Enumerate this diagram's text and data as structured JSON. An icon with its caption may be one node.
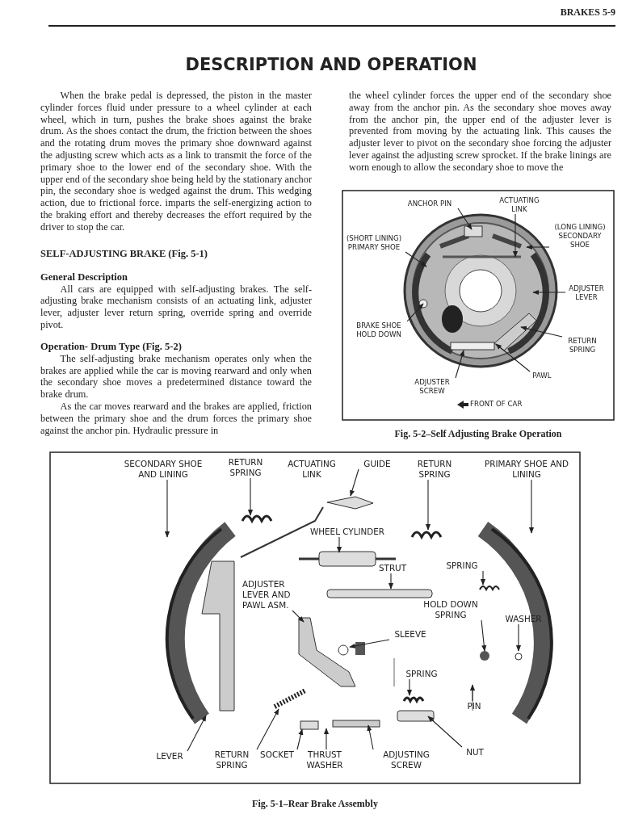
{
  "diagram": {
    "title": "DESCRIPTION AND OPERATION",
    "caption": "Fig. 5-1–Rear Brake Assembly",
    "nodes": [
      {
        "text": [
          "ANCHOR PIN"
        ]
      },
      {
        "text": [
          "ACTUATING LINK"
        ]
      },
      {
        "text": [
          "(SHORT LINING) PRIMARY SHOE"
        ]
      },
      {
        "text": [
          "(LONG LINING) SECONDARY SHOE"
        ]
      },
      {
        "text": [
          "ADJUSTER LEVER"
        ]
      },
      {
        "text": [
          "BRAKE SHOE HOLD DOWN"
        ]
      },
      {
        "text": [
          "RETURN SPRING"
        ]
      },
      {
        "text": [
          "PAWL"
        ]
      },
      {
        "text": [
          "ADJUSTER SCREW"
        ]
      },
      {
        "text": [
          "SECONDARY SHOE AND LINING"
        ]
      },
      {
        "text": [
          "RETURN SPRING"
        ]
      },
      {
        "text": [
          "GUIDE"
        ]
      },
      {
        "text": [
          "RETURN SPRING"
        ]
      },
      {
        "text": [
          "PRIMARY SHOE AND LINING"
        ]
      },
      {
        "text": [
          "WHEEL CYLINDER"
        ]
      },
      {
        "text": [
          "ADJUSTER LEVER AND PAWL ASM."
        ]
      },
      {
        "text": [
          "STRUT"
        ]
      },
      {
        "text": [
          "SPRING"
        ]
      },
      {
        "text": [
          "HOLD DOWN SPRING"
        ]
      },
      {
        "text": [
          "WASHER"
        ]
      },
      {
        "text": [
          "SLEEVE"
        ]
      },
      {
        "text": [
          "SPRING"
        ]
      },
      {
        "text": [
          "PIN"
        ]
      },
      {
        "text": [
          "LEVER"
        ]
      },
      {
        "text": [
          "RETURN SPRING"
        ]
      },
      {
        "text": [
          "SOCKET"
        ]
      },
      {
        "text": [
          "THRUST WASHER"
        ]
      },
      {
        "text": [
          "ADJUSTING SCREW"
        ]
      },
      {
        "text": [
          "NUT"
        ]
      }
    ],
    "edges": [
      {
        "from": 0,
        "to": null,
        "arrow": "to"
      },
      {
        "from": 1,
        "to": null,
        "arrow": "to"
      },
      {
        "from": 2,
        "to": null,
        "arrow": "to"
      },
      {
        "from": 3,
        "to": null,
        "arrow": "to"
      },
      {
        "from": 4,
        "to": null,
        "arrow": "to"
      },
      {
        "from": 5,
        "to": null,
        "arrow": "to"
      },
      {
        "from": 6,
        "to": null,
        "arrow": "to"
      },
      {
        "from": 7,
        "to": null,
        "arrow": "to"
      },
      {
        "from": 8,
        "to": null,
        "arrow": "to"
      },
      {
        "from": 9,
        "to": null,
        "arrow": "to"
      },
      {
        "from": 10,
        "to": null,
        "arrow": "to"
      },
      {
        "from": 11,
        "to": null,
        "arrow": "to"
      },
      {
        "from": 12,
        "to": null,
        "arrow": "to"
      },
      {
        "from": 13,
        "to": null,
        "arrow": "to"
      },
      {
        "from": 14,
        "to": null,
        "arrow": "to"
      },
      {
        "from": 15,
        "to": null,
        "arrow": "to"
      },
      {
        "from": 16,
        "to": null,
        "arrow": "to"
      },
      {
        "from": 17,
        "to": null,
        "arrow": "to"
      },
      {
        "from": 18,
        "to": null,
        "arrow": "to"
      },
      {
        "from": 19,
        "to": null,
        "arrow": "to"
      },
      {
        "from": 20,
        "to": null,
        "arrow": "to"
      },
      {
        "from": 21,
        "to": null,
        "arrow": "to"
      },
      {
        "from": 22,
        "to": null,
        "arrow": "to"
      },
      {
        "from": 23,
        "to": null,
        "arrow": "to"
      },
      {
        "from": 24,
        "to": null,
        "arrow": "to"
      },
      {
        "from": 25,
        "to": null,
        "arrow": "to"
      },
      {
        "from": 26,
        "to": null,
        "arrow": "to"
      },
      {
        "from": 27,
        "to": null,
        "arrow": "to"
      },
      {
        "from": 28,
        "to": null,
        "arrow": "to"
      }
    ],
    "labels": [
      "BRAKES 5-9",
      "When the brake pedal is depressed, the piston in the master cylinder forces fluid under pressure to a wheel cylinder at each wheel, which in turn, pushes the brake shoes against the brake drum. As the shoes contact the drum, the friction between the shoes and the rotating drum moves the primary shoe downward against the adjusting screw which acts as a link to transmit the force of the primary shoe to the lower end of the secondary shoe. With the upper end of the secondary shoe being held by the stationary anchor pin, the secondary shoe is wedged against the drum. This wedging action, due to frictional force. imparts the self-energizing action to the braking effort and thereby decreases the effort required by the driver to stop the car.",
      "SELF-ADJUSTING BRAKE (Fig. 5-1)",
      "General Description",
      "All cars are equipped with self-adjusting brakes. The self-adjusting brake mechanism consists of an actuating link, adjuster lever, adjuster lever return spring, override spring and override pivot.",
      "Operation- Drum Type (Fig. 5-2)",
      "The self-adjusting brake mechanism operates only when the brakes are applied while the car is moving rearward and only when the secondary shoe moves a predetermined distance toward the brake drum.",
      "As the car moves rearward and the brakes are applied, friction between the primary shoe and the drum forces the primary shoe against the anchor pin. Hydraulic pressure in",
      "the wheel cylinder forces the upper end of the secondary shoe away from the anchor pin. As the secondary shoe moves away from the anchor pin, the upper end of the adjuster lever is prevented from moving by the actuating link. This causes the adjuster lever to pivot on the secondary shoe forcing the adjuster lever against the adjusting screw sprocket. If the brake linings are worn enough to allow the secondary shoe to move the",
      "FRONT OF CAR",
      "Fig. 5-2–Self Adjusting Brake Operation",
      "ACTUATING LINK"
    ]
  }
}
